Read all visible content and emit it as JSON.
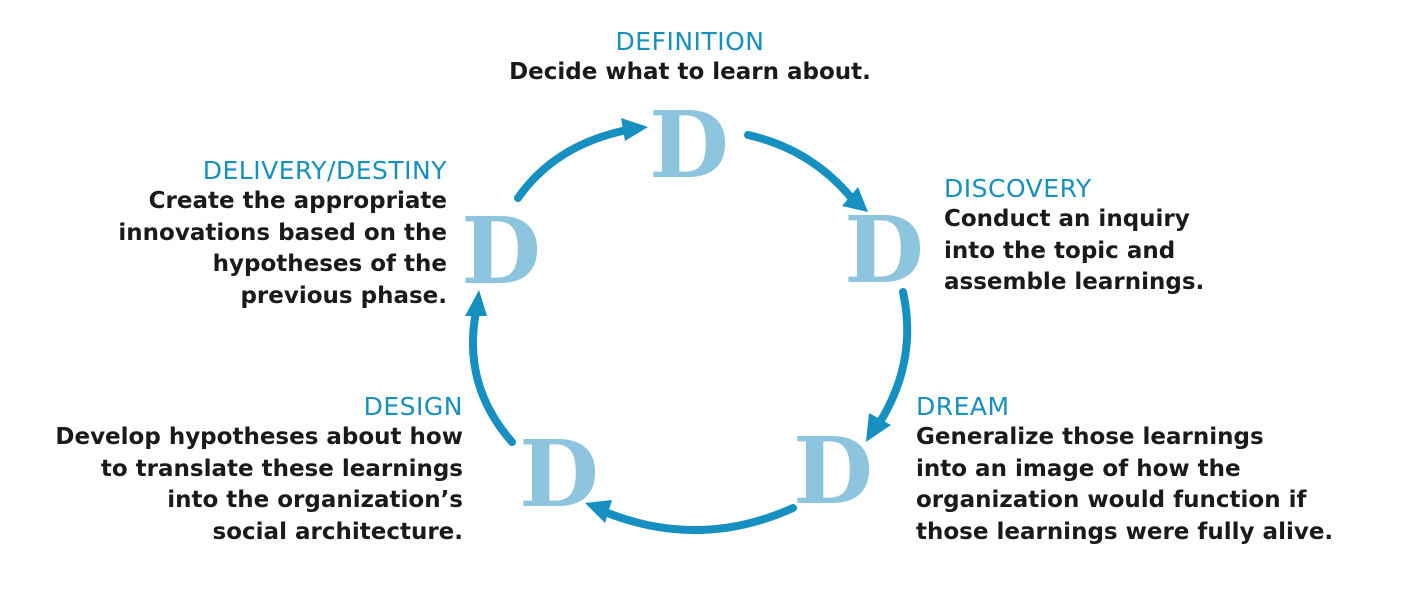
{
  "colors": {
    "title": "#1590c0",
    "arrow": "#1590c0",
    "letter": "#8cc5dd",
    "text": "#1a1a1a",
    "background": "#ffffff"
  },
  "letter": "D",
  "phases": {
    "definition": {
      "title": "DEFINITION",
      "lines": [
        "Decide what to learn about."
      ]
    },
    "discovery": {
      "title": "DISCOVERY",
      "lines": [
        "Conduct an inquiry",
        "into the topic and",
        "assemble learnings."
      ]
    },
    "dream": {
      "title": "DREAM",
      "lines": [
        "Generalize those learnings",
        "into an image of how the",
        "organization would function if",
        "those learnings were fully alive."
      ]
    },
    "design": {
      "title": "DESIGN",
      "lines": [
        "Develop hypotheses about how",
        "to translate these learnings",
        "into the organization’s",
        "social architecture."
      ]
    },
    "delivery": {
      "title": "DELIVERY/DESTINY",
      "lines": [
        "Create the appropriate",
        "innovations based on the",
        "hypotheses of the",
        "previous phase."
      ]
    }
  }
}
